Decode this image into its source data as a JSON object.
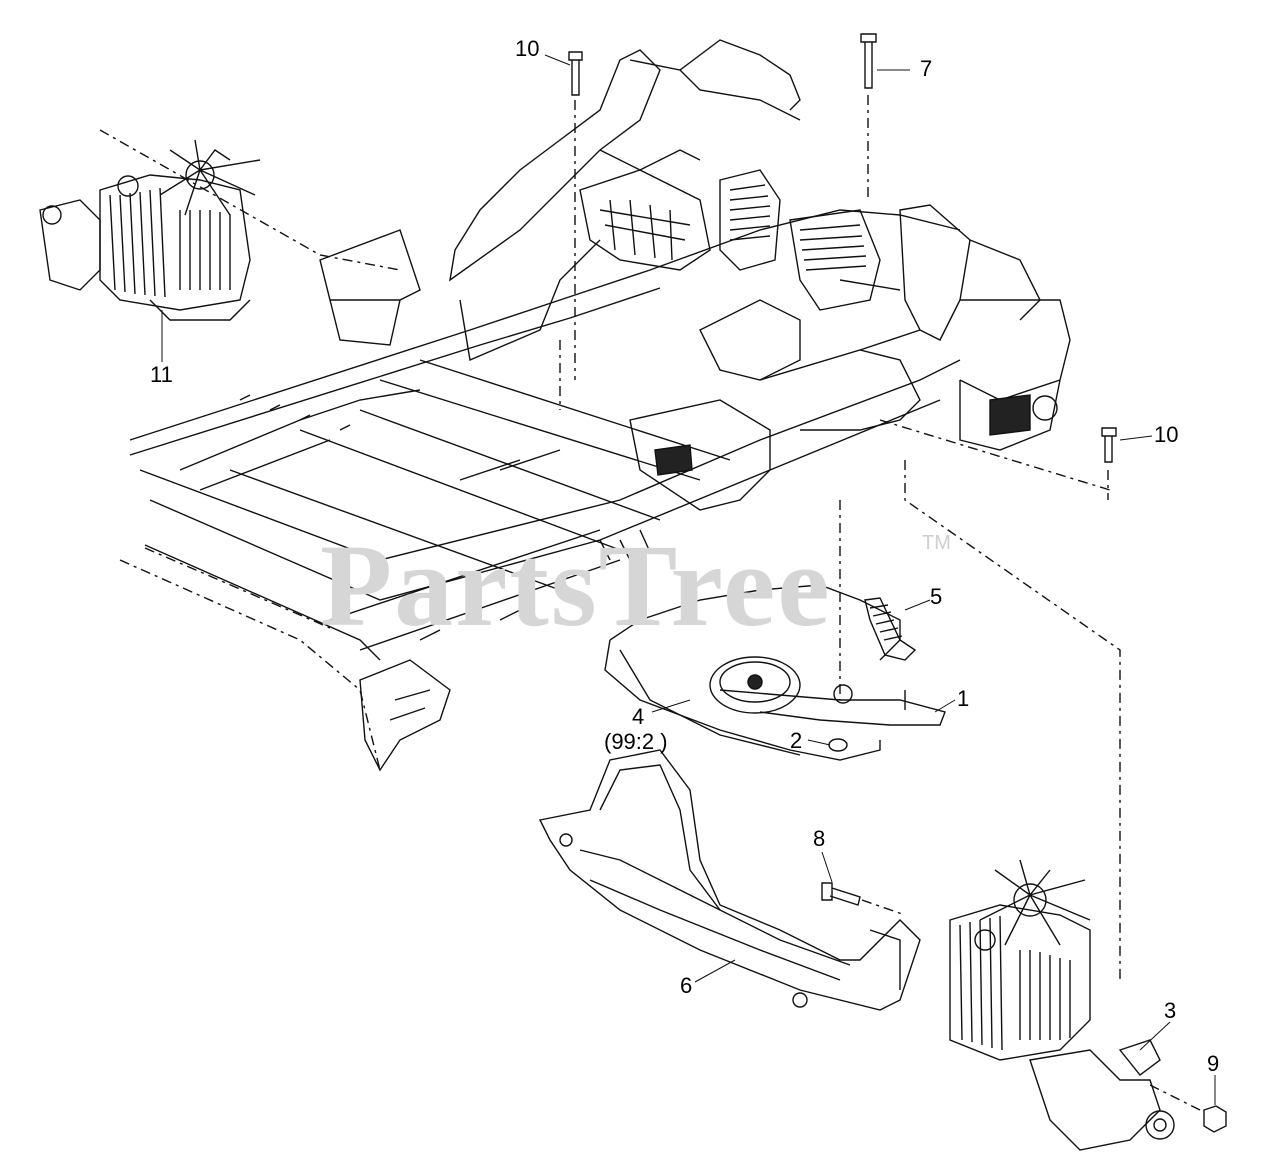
{
  "watermark": {
    "text": "PartsTree",
    "tm": "TM"
  },
  "callouts": {
    "c1": "1",
    "c2": "2",
    "c3": "3",
    "c4": "4",
    "c4_qty": "(99:2 )",
    "c5": "5",
    "c6": "6",
    "c7": "7",
    "c8": "8",
    "c9": "9",
    "c10_top": "10",
    "c10_right": "10",
    "c11": "11"
  }
}
